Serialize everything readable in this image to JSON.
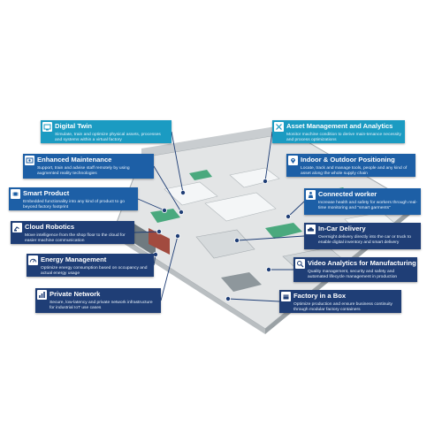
{
  "colors": {
    "teal_card": "#1b9bc2",
    "mid_card": "#1d5fa6",
    "navy_card": "#1f3e76",
    "connector": "#1f3e76",
    "floor": "#e3e5e6",
    "floor_edge": "#a6acb0",
    "machine_green": "#4aa97e",
    "machine_white": "#f4f6f7"
  },
  "use_cases": [
    {
      "id": "digital-twin",
      "icon": "digital-twin-icon",
      "title": "Digital Twin",
      "description": "Simulate, train and optimize physical assets, processes and systems within a virtual factory"
    },
    {
      "id": "asset-management",
      "icon": "wrench-screwdriver-icon",
      "title": "Asset Management and Analytics",
      "description": "Monitor machine condition to derive main-tenance necessity and process optimizations"
    },
    {
      "id": "enhanced-maintenance",
      "icon": "ar-glasses-icon",
      "title": "Enhanced Maintenance",
      "description": "Support, train and advise staff remotely by using augmented reality technologies"
    },
    {
      "id": "indoor-outdoor-positioning",
      "icon": "location-pin-icon",
      "title": "Indoor & Outdoor Positioning",
      "description": "Locate, track and manage tools, people and any kind of asset along the whole supply chain"
    },
    {
      "id": "smart-product",
      "icon": "chip-icon",
      "title": "Smart Product",
      "description": "Embedded functionality into any kind of product to go beyond factory footprint"
    },
    {
      "id": "connected-worker",
      "icon": "worker-icon",
      "title": "Connected worker",
      "description": "Increase health and safety for workers through real-time monitoring and \"smart garments\""
    },
    {
      "id": "cloud-robotics",
      "icon": "robot-arm-icon",
      "title": "Cloud Robotics",
      "description": "Move intelligence from the shop floor to the cloud for easier machine communication"
    },
    {
      "id": "in-car-delivery",
      "icon": "car-icon",
      "title": "In-Car Delivery",
      "description": "Overnight delivery directly into the car or truck to enable digital inventory and smart delivery"
    },
    {
      "id": "energy-management",
      "icon": "gauge-icon",
      "title": "Energy Management",
      "description": "Optimize energy consumption based on occupancy and actual energy usage"
    },
    {
      "id": "video-analytics",
      "icon": "magnifier-icon",
      "title": "Video Analytics for Manufacturing",
      "description": "Quality management, security and safety and automated lifecycle management in production"
    },
    {
      "id": "private-network",
      "icon": "bar-chart-icon",
      "title": "Private Network",
      "description": "Secure, low-latency and private network infrastructure for industrial IoT use cases"
    },
    {
      "id": "factory-in-a-box",
      "icon": "box-icon",
      "title": "Factory in a Box",
      "description": "Optimize production and ensure business continuity through modular factory containers"
    }
  ]
}
